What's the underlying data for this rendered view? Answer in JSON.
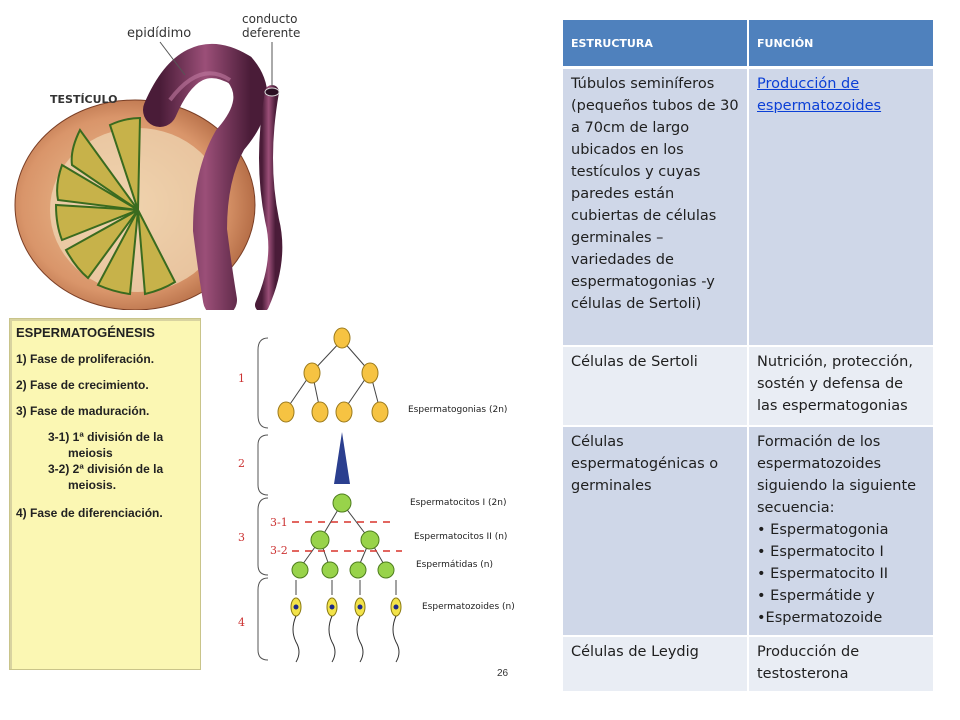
{
  "figure": {
    "label_epididimo": "epidídimo",
    "label_conducto_line1": "conducto",
    "label_conducto_line2": "deferente",
    "label_testiculo": "TESTÍCULO"
  },
  "panel": {
    "title": "ESPERMATOGÉNESIS",
    "item1": "1)  Fase de proliferación.",
    "item2": "2)  Fase de crecimiento.",
    "item3": "3)  Fase de maduración.",
    "sub1_line1": "3-1) 1ª división de la",
    "sub1_line2": "meiosis",
    "sub2_line1": "3-2) 2ª división de la",
    "sub2_line2": "meiosis.",
    "item4": "4)  Fase de diferenciación."
  },
  "diagram": {
    "num1": "1",
    "num2": "2",
    "num3": "3",
    "num4": "4",
    "sub31": "3-1",
    "sub32": "3-2",
    "label_espermatogonias": "Espermatogonias (2n)",
    "label_espermatocitos1": "Espermatocitos I (2n)",
    "label_espermatocitos2": "Espermatocitos II (n)",
    "label_espermatidas": "Espermátidas (n)",
    "label_espermatozoides": "Espermatozoides (n)",
    "page_number": "26",
    "colors": {
      "cell": "#f6c342",
      "green_cell": "#98d34a",
      "triangle": "#2b3f8f",
      "dash": "#d9342b"
    }
  },
  "table": {
    "header_estructura": "ESTRUCTURA",
    "header_funcion": "FUNCIÓN",
    "rows": [
      {
        "estructura": "Túbulos seminíferos (pequeños tubos de 30 a 70cm de largo ubicados en los testículos y cuyas paredes están cubiertas de células germinales – variedades de espermatogonias -y células de Sertoli)",
        "funcion": "Producción de espermatozoides"
      },
      {
        "estructura": "Células de Sertoli",
        "funcion": "Nutrición, protección, sostén y defensa de las espermatogonias"
      },
      {
        "estructura": "Células espermatogénicas o germinales",
        "funcion_intro": "Formación de  los espermatozoides siguiendo la siguiente secuencia:",
        "funcion_items": [
          "• Espermatogonia",
          "• Espermatocito I",
          "• Espermatocito II",
          "• Espermátide y",
          "•Espermatozoide"
        ]
      },
      {
        "estructura": "Células de Leydig",
        "funcion": "Producción de testosterona"
      }
    ]
  }
}
